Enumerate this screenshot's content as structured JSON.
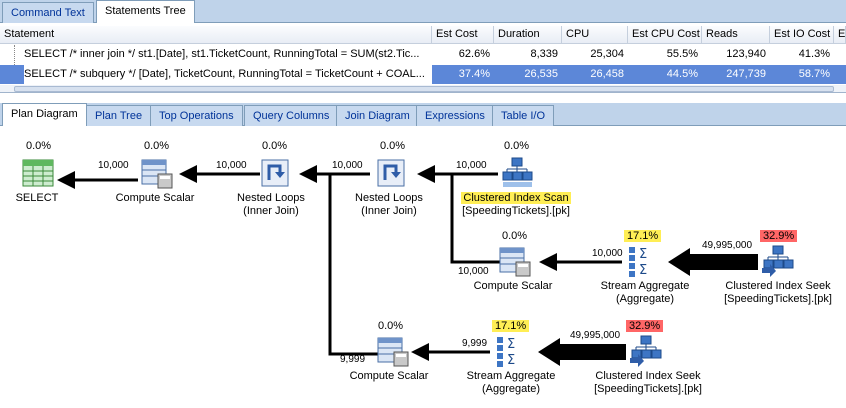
{
  "top_tabs": [
    "Command Text",
    "Statements Tree"
  ],
  "grid": {
    "columns": [
      "Statement",
      "Est Cost",
      "Duration",
      "CPU",
      "Est CPU Cost",
      "Reads",
      "Est IO Cost",
      "E"
    ],
    "rows": [
      [
        "SELECT /* inner join */ st1.[Date], st1.TicketCount, RunningTotal = SUM(st2.Tic...",
        "62.6%",
        "8,339",
        "25,304",
        "55.5%",
        "123,940",
        "41.3%"
      ],
      [
        "SELECT /* subquery */ [Date], TicketCount, RunningTotal = TicketCount + COAL...",
        "37.4%",
        "26,535",
        "26,458",
        "44.5%",
        "247,739",
        "58.7%"
      ]
    ]
  },
  "plan_tabs": [
    "Plan Diagram",
    "Plan Tree",
    "Top Operations",
    "Query Columns",
    "Join Diagram",
    "Expressions",
    "Table I/O"
  ],
  "nodes": {
    "select": {
      "pct": "0.0%",
      "label1": "SELECT",
      "label2": "",
      "icon": "select-icon"
    },
    "cs1": {
      "pct": "0.0%",
      "label1": "Compute Scalar",
      "label2": "",
      "icon": "compute-scalar-icon"
    },
    "nl1": {
      "pct": "0.0%",
      "label1": "Nested Loops",
      "label2": "(Inner Join)",
      "icon": "nested-loops-icon"
    },
    "nl2": {
      "pct": "0.0%",
      "label1": "Nested Loops",
      "label2": "(Inner Join)",
      "icon": "nested-loops-icon"
    },
    "cis": {
      "pct": "0.0%",
      "label1": "Clustered Index Scan",
      "label2": "[SpeedingTickets].[pk]",
      "icon": "index-scan-icon"
    },
    "cs2": {
      "pct": "0.0%",
      "label1": "Compute Scalar",
      "label2": "",
      "icon": "compute-scalar-icon"
    },
    "sa1": {
      "pct": "17.1%",
      "label1": "Stream Aggregate",
      "label2": "(Aggregate)",
      "icon": "stream-aggregate-icon"
    },
    "seek1": {
      "pct": "32.9%",
      "label1": "Clustered Index Seek",
      "label2": "[SpeedingTickets].[pk]",
      "icon": "index-seek-icon"
    },
    "cs3": {
      "pct": "0.0%",
      "label1": "Compute Scalar",
      "label2": "",
      "icon": "compute-scalar-icon"
    },
    "sa2": {
      "pct": "17.1%",
      "label1": "Stream Aggregate",
      "label2": "(Aggregate)",
      "icon": "stream-aggregate-icon"
    },
    "seek2": {
      "pct": "32.9%",
      "label1": "Clustered Index Seek",
      "label2": "[SpeedingTickets].[pk]",
      "icon": "index-seek-icon"
    }
  },
  "counts": {
    "c1": "10,000",
    "c2": "10,000",
    "c3": "10,000",
    "c4": "10,000",
    "c5": "10,000",
    "c6": "10,000",
    "c7": "49,995,000",
    "c8": "9,999",
    "c9": "9,999",
    "c10": "49,995,000"
  },
  "colors": {
    "highlight_yellow": "#ffee55",
    "highlight_red": "#ff6666",
    "selected_row": "#5c87d8"
  }
}
